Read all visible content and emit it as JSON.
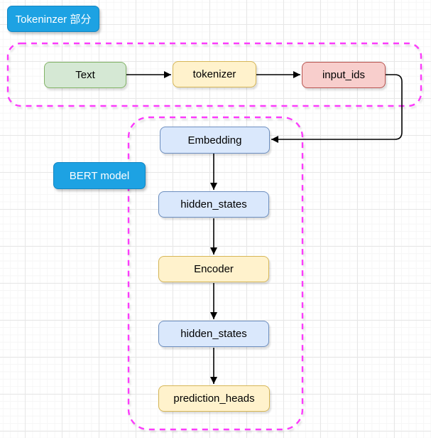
{
  "diagram": {
    "section_labels": {
      "tokenizer_section": "Tokeninzer 部分",
      "bert_model": "BERT model"
    },
    "nodes": {
      "text": {
        "label": "Text",
        "color": "green"
      },
      "tokenizer": {
        "label": "tokenizer",
        "color": "yellow"
      },
      "input_ids": {
        "label": "input_ids",
        "color": "red"
      },
      "embedding": {
        "label": "Embedding",
        "color": "blue"
      },
      "hidden_states_1": {
        "label": "hidden_states",
        "color": "blue"
      },
      "encoder": {
        "label": "Encoder",
        "color": "yellow"
      },
      "hidden_states_2": {
        "label": "hidden_states",
        "color": "blue"
      },
      "prediction_heads": {
        "label": "prediction_heads",
        "color": "yellow"
      }
    },
    "edges": [
      {
        "from": "text",
        "to": "tokenizer"
      },
      {
        "from": "tokenizer",
        "to": "input_ids"
      },
      {
        "from": "input_ids",
        "to": "embedding"
      },
      {
        "from": "embedding",
        "to": "hidden_states_1"
      },
      {
        "from": "hidden_states_1",
        "to": "encoder"
      },
      {
        "from": "encoder",
        "to": "hidden_states_2"
      },
      {
        "from": "hidden_states_2",
        "to": "prediction_heads"
      }
    ],
    "colors": {
      "section_label_bg": "#1DA2E3",
      "section_label_text": "#FFFFFF",
      "dashed_container_stroke": "#FB3CFB",
      "green_fill": "#D5E8D4",
      "green_stroke": "#82B366",
      "yellow_fill": "#FFF2CC",
      "yellow_stroke": "#D6B656",
      "red_fill": "#F8CECC",
      "red_stroke": "#B85450",
      "blue_fill": "#DAE8FC",
      "blue_stroke": "#6C8EBF",
      "arrow": "#000000",
      "grid_major": "#E7E7E7",
      "grid_minor": "#F6F6F6"
    }
  }
}
